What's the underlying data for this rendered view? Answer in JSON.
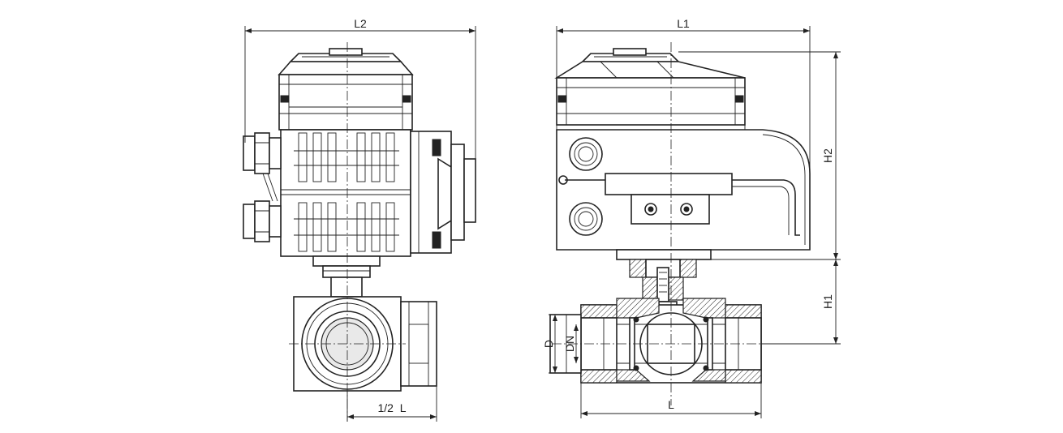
{
  "labels": {
    "l2": "L2",
    "l1": "L1",
    "h2": "H2",
    "h1": "H1",
    "half_l": "1/2  L",
    "l": "L",
    "d": "D",
    "dn": "DN"
  },
  "colors": {
    "line": "#222222",
    "background": "#ffffff"
  }
}
